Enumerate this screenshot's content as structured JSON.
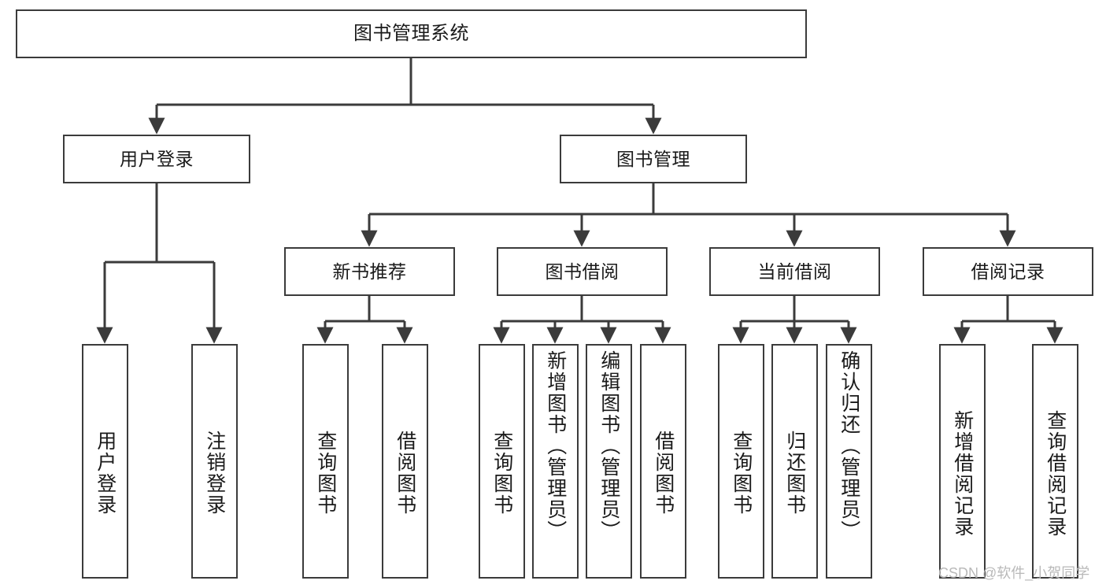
{
  "diagram": {
    "type": "tree-hierarchy",
    "title": "图书管理系统",
    "orientation": "top-down",
    "colors": {
      "stroke": "#3b3b3b",
      "fill": "#ffffff",
      "text": "#1a1a1a",
      "watermark": "#b9b9b9"
    },
    "nodes": {
      "root": {
        "label": "图书管理系统"
      },
      "level2": [
        {
          "id": "user-login",
          "label": "用户登录"
        },
        {
          "id": "book-manage",
          "label": "图书管理"
        }
      ],
      "level3": [
        {
          "id": "new-book-recommend",
          "label": "新书推荐"
        },
        {
          "id": "book-borrow",
          "label": "图书借阅"
        },
        {
          "id": "current-borrow",
          "label": "当前借阅"
        },
        {
          "id": "borrow-record",
          "label": "借阅记录"
        }
      ],
      "leaves": [
        {
          "id": "leaf-user-login",
          "label": "用户登录",
          "parent": "user-login"
        },
        {
          "id": "leaf-logout-login",
          "label": "注销登录",
          "parent": "user-login"
        },
        {
          "id": "leaf-query-book-1",
          "label": "查询图书",
          "parent": "new-book-recommend"
        },
        {
          "id": "leaf-borrow-book-1",
          "label": "借阅图书",
          "parent": "new-book-recommend"
        },
        {
          "id": "leaf-query-book-2",
          "label": "查询图书",
          "parent": "book-borrow"
        },
        {
          "id": "leaf-add-book",
          "label": "新增图书（管理员）",
          "parent": "book-borrow"
        },
        {
          "id": "leaf-edit-book",
          "label": "编辑图书（管理员）",
          "parent": "book-borrow"
        },
        {
          "id": "leaf-borrow-book-2",
          "label": "借阅图书",
          "parent": "book-borrow"
        },
        {
          "id": "leaf-query-book-3",
          "label": "查询图书",
          "parent": "current-borrow"
        },
        {
          "id": "leaf-return-book",
          "label": "归还图书",
          "parent": "current-borrow"
        },
        {
          "id": "leaf-confirm-return",
          "label": "确认归还（管理员）",
          "parent": "current-borrow"
        },
        {
          "id": "leaf-add-record",
          "label": "新增借阅记录",
          "parent": "borrow-record"
        },
        {
          "id": "leaf-query-record",
          "label": "查询借阅记录",
          "parent": "borrow-record"
        }
      ]
    }
  },
  "watermark": {
    "text": "CSDN @软件_小贺同学"
  }
}
